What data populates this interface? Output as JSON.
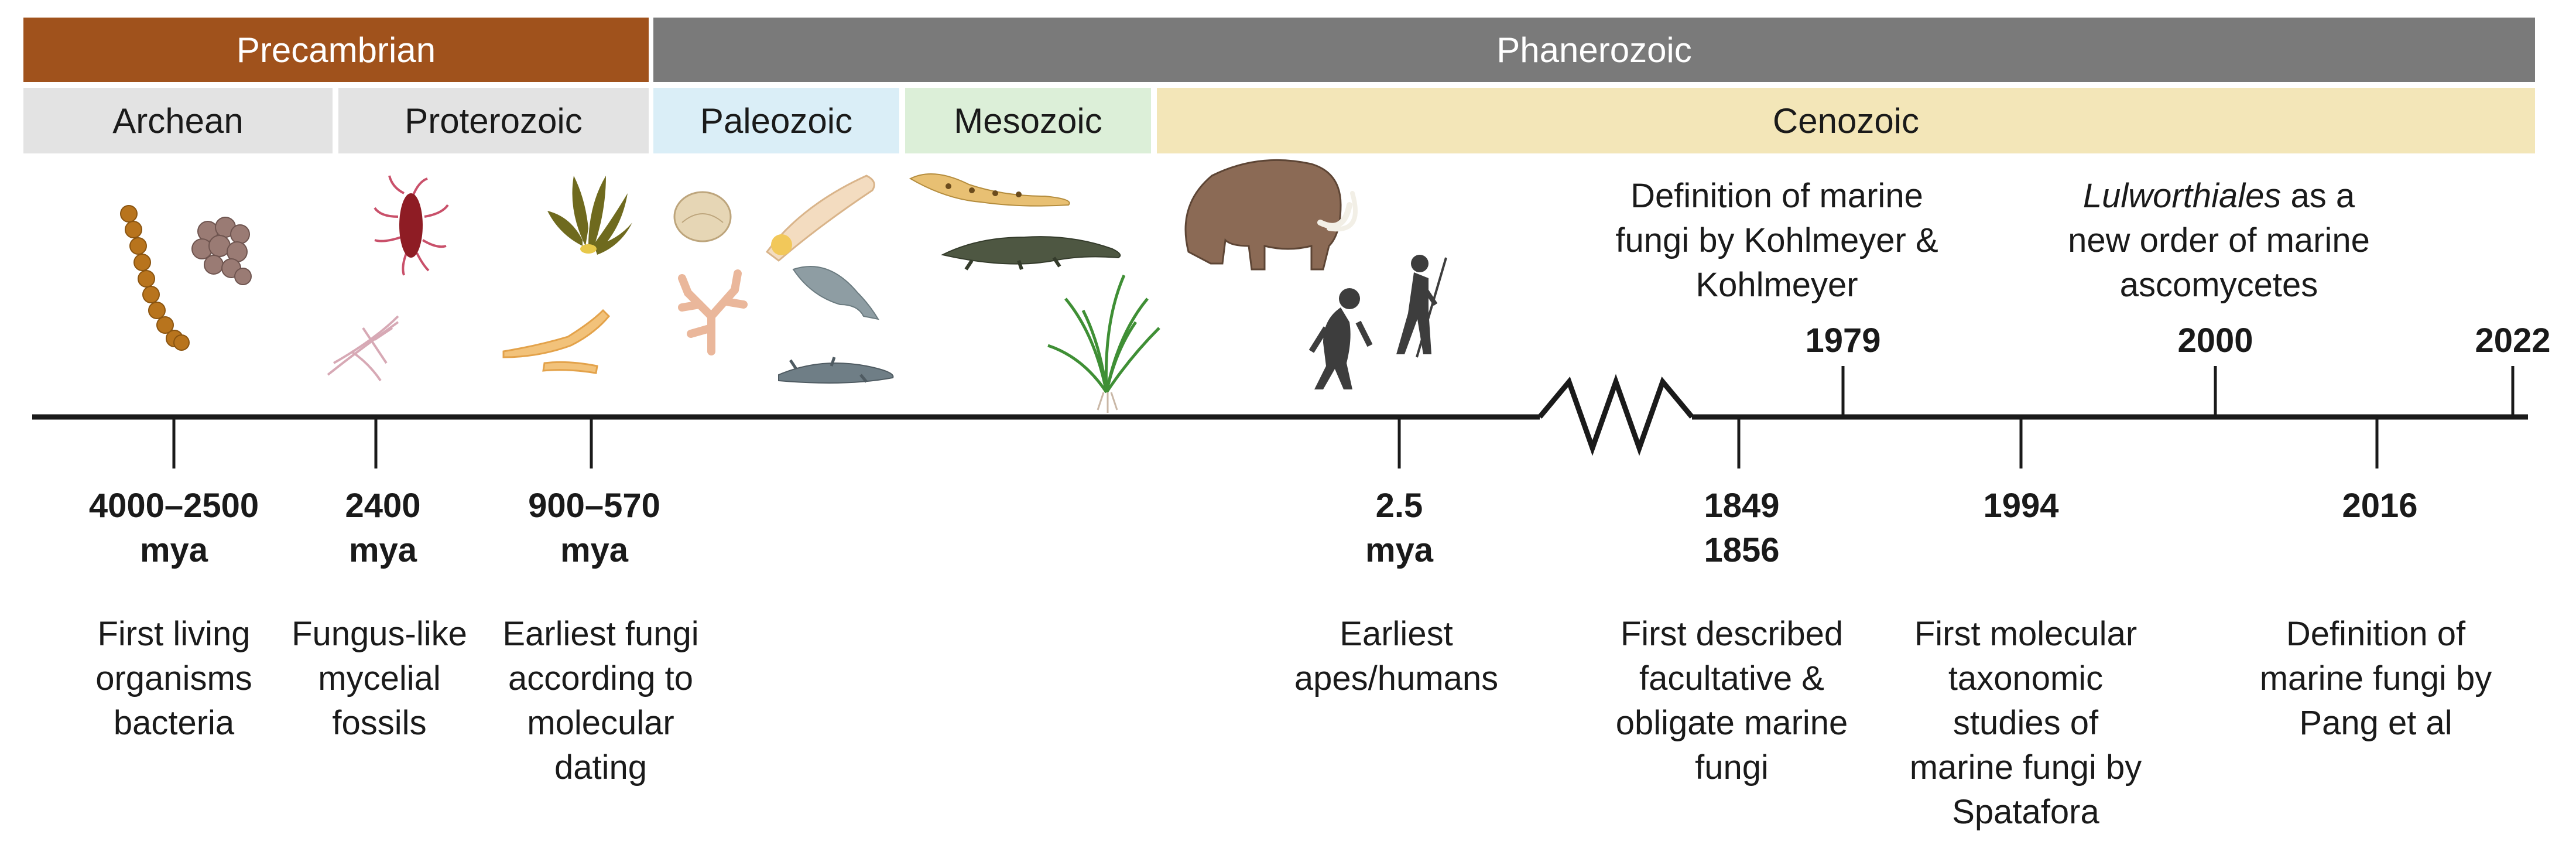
{
  "eras": {
    "precambrian": "Precambrian",
    "phanerozoic": "Phanerozoic"
  },
  "subeons": {
    "archean": "Archean",
    "proterozoic": "Proterozoic",
    "paleozoic": "Paleozoic",
    "mesozoic": "Mesozoic",
    "cenozoic": "Cenozoic"
  },
  "colors": {
    "precambrian": "#a0521c",
    "phanerozoic": "#7a7a7a",
    "archean": "#e3e3e3",
    "proterozoic": "#e3e3e3",
    "paleozoic": "#daeef7",
    "mesozoic": "#dcefd8",
    "cenozoic": "#f3e6b8"
  },
  "events_below": [
    {
      "date": [
        "4000–2500",
        "mya"
      ],
      "desc": [
        "First living",
        "organisms",
        "bacteria"
      ]
    },
    {
      "date": [
        "2400",
        "mya"
      ],
      "desc": [
        "Fungus-like",
        "mycelial",
        "fossils"
      ]
    },
    {
      "date": [
        "900–570",
        "mya"
      ],
      "desc": [
        "Earliest fungi",
        "according to",
        "molecular",
        "dating"
      ]
    },
    {
      "date": [
        "2.5",
        "mya"
      ],
      "desc": [
        "Earliest",
        "apes/humans"
      ]
    },
    {
      "date": [
        "1849",
        "1856"
      ],
      "desc": [
        "First described",
        "facultative &",
        "obligate marine",
        "fungi"
      ]
    },
    {
      "date": [
        "1994"
      ],
      "desc": [
        "First molecular",
        "taxonomic",
        "studies of",
        "marine fungi by",
        "Spatafora"
      ]
    },
    {
      "date": [
        "2016"
      ],
      "desc": [
        "Definition of",
        "marine fungi by",
        "Pang et al"
      ]
    }
  ],
  "events_above": [
    {
      "date": "1979",
      "desc": [
        "Definition of marine",
        "fungi by Kohlmeyer &",
        "Kohlmeyer"
      ]
    },
    {
      "date": "2000",
      "desc_italic": "Lulworthiales",
      "desc_rest": " as a",
      "desc": [
        "new order of marine",
        "ascomycetes"
      ]
    },
    {
      "date": "2022"
    }
  ],
  "icons": [
    "bacteria-chain-icon",
    "bacteria-cluster-icon",
    "red-microbe-icon",
    "mycelium-icon",
    "seaweed-icon",
    "fungal-hyphae-icon",
    "shell-fossil-icon",
    "coral-icon",
    "early-fish-larva-icon",
    "fish-icon",
    "amphibian-icon",
    "leopard-gecko-icon",
    "crocodile-icon",
    "grass-plant-icon",
    "mammoth-icon",
    "ape-icon",
    "human-hunter-icon"
  ]
}
